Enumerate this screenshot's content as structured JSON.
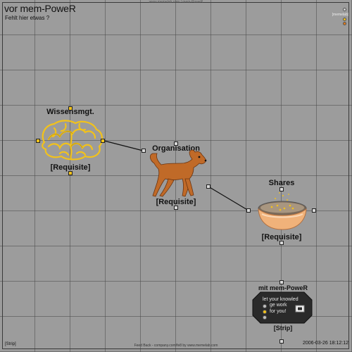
{
  "header": {
    "title": "vor mem-PoweR",
    "subtitle": "Fehlt hier etwas ?",
    "top_caption": "www.memelab.com / mem-PoweR",
    "brand": "[memelab]"
  },
  "nodes": [
    {
      "label": "Wissensmgt.",
      "requisite": "[Requisite]",
      "icon": "brain-icon"
    },
    {
      "label": "Organisation",
      "requisite": "[Requisite]",
      "icon": "dog-icon"
    },
    {
      "label": "Shares",
      "requisite": "[Requisite]",
      "icon": "bowl-icon"
    }
  ],
  "player": {
    "title": "mit mem-PoweR",
    "lines": [
      "let your knowled",
      "ge work",
      "for you!"
    ],
    "strip": "[Strip]"
  },
  "footer": {
    "left": "[Strip]",
    "center": "Feed Back - company.com/fe8 by www.memelab.com",
    "timestamp": "2006-03-26 18:12:12"
  },
  "colors": {
    "canvas": "#9c9c9c",
    "grid": "#4b4b4b",
    "brain": "#f2c21b",
    "dog": "#c06a28",
    "bowl": "#f0b27a",
    "player_body": "#2a2a2a"
  }
}
